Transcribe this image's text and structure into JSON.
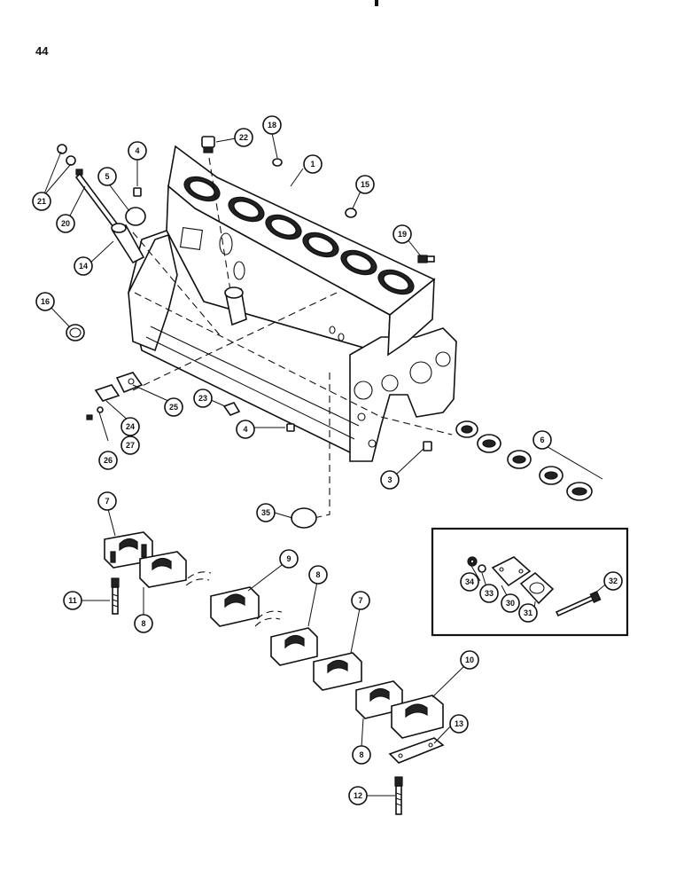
{
  "page_number": "44",
  "callouts": [
    {
      "id": "c1",
      "label": "1"
    },
    {
      "id": "c3",
      "label": "3"
    },
    {
      "id": "c4a",
      "label": "4"
    },
    {
      "id": "c4b",
      "label": "4"
    },
    {
      "id": "c5",
      "label": "5"
    },
    {
      "id": "c6",
      "label": "6"
    },
    {
      "id": "c7a",
      "label": "7"
    },
    {
      "id": "c7b",
      "label": "7"
    },
    {
      "id": "c8a",
      "label": "8"
    },
    {
      "id": "c8b",
      "label": "8"
    },
    {
      "id": "c8c",
      "label": "8"
    },
    {
      "id": "c9",
      "label": "9"
    },
    {
      "id": "c10",
      "label": "10"
    },
    {
      "id": "c11",
      "label": "11"
    },
    {
      "id": "c12",
      "label": "12"
    },
    {
      "id": "c13",
      "label": "13"
    },
    {
      "id": "c14",
      "label": "14"
    },
    {
      "id": "c15",
      "label": "15"
    },
    {
      "id": "c16",
      "label": "16"
    },
    {
      "id": "c18",
      "label": "18"
    },
    {
      "id": "c19",
      "label": "19"
    },
    {
      "id": "c20",
      "label": "20"
    },
    {
      "id": "c21",
      "label": "21"
    },
    {
      "id": "c22",
      "label": "22"
    },
    {
      "id": "c23",
      "label": "23"
    },
    {
      "id": "c24",
      "label": "24"
    },
    {
      "id": "c25",
      "label": "25"
    },
    {
      "id": "c26",
      "label": "26"
    },
    {
      "id": "c27",
      "label": "27"
    },
    {
      "id": "c30",
      "label": "30"
    },
    {
      "id": "c31",
      "label": "31"
    },
    {
      "id": "c32",
      "label": "32"
    },
    {
      "id": "c33",
      "label": "33"
    },
    {
      "id": "c34",
      "label": "34"
    },
    {
      "id": "c35",
      "label": "35"
    }
  ]
}
